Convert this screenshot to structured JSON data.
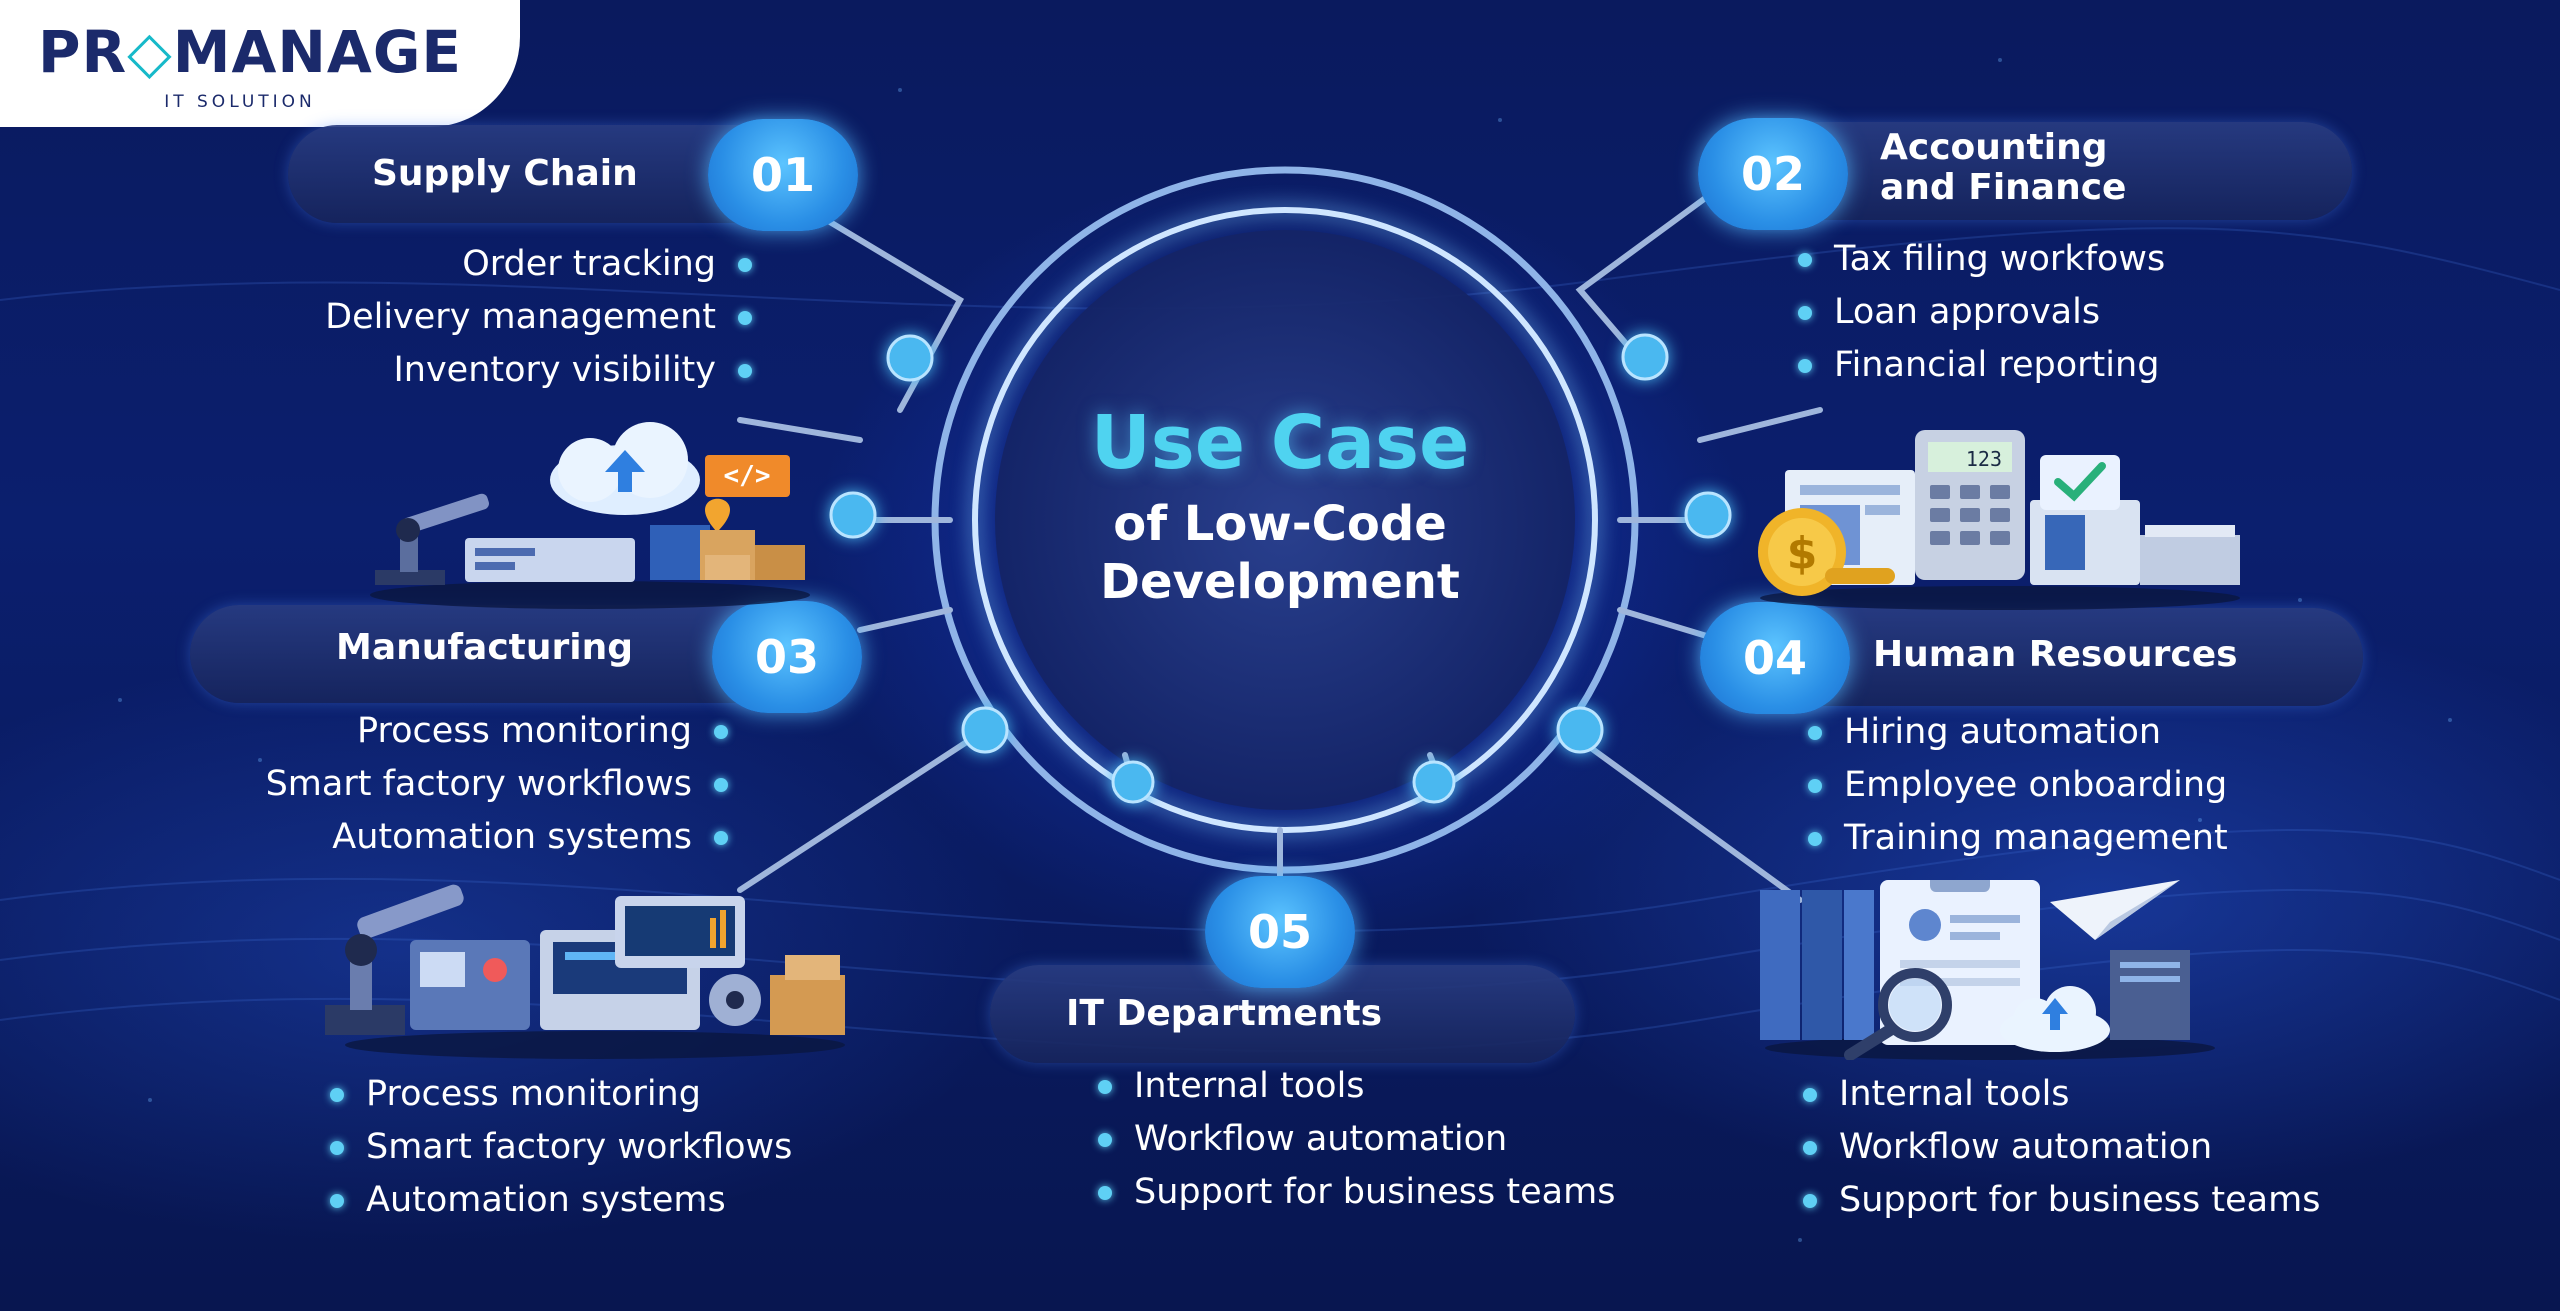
{
  "logo": {
    "brand_start": "PR",
    "brand_accent": "◇",
    "brand_end": "MANAGE",
    "subtitle": "IT SOLUTION"
  },
  "title": {
    "main": "Use Case",
    "line1": "of Low-Code",
    "line2": "Development"
  },
  "sections": {
    "supply_chain": {
      "number": "01",
      "label": "Supply Chain",
      "items": [
        "Order tracking",
        "Delivery management",
        "Inventory visibility"
      ]
    },
    "accounting": {
      "number": "02",
      "label_line1": "Accounting",
      "label_line2": "and Finance",
      "items": [
        "Tax filing workfows",
        "Loan approvals",
        "Financial reporting"
      ]
    },
    "manufacturing": {
      "number": "03",
      "label": "Manufacturing",
      "items": [
        "Process monitoring",
        "Smart factory workflows",
        "Automation systems"
      ],
      "items_lower": [
        "Process monitoring",
        "Smart factory workflows",
        "Automation systems"
      ]
    },
    "hr": {
      "number": "04",
      "label": "Human Resources",
      "items": [
        "Hiring automation",
        "Employee onboarding",
        "Training management"
      ],
      "items_lower": [
        "Internal tools",
        "Workflow automation",
        "Support for business teams"
      ]
    },
    "it": {
      "number": "05",
      "label": "IT Departments",
      "items": [
        "Internal tools",
        "Workflow automation",
        "Support for business teams"
      ]
    }
  },
  "illustrations": {
    "calculator_display": "123",
    "code_tag": "</>",
    "dollar": "$"
  },
  "colors": {
    "accent": "#4fd3f0",
    "node": "#2a8fe6",
    "dot": "#5fd0f5",
    "background": "#0b1f6e"
  }
}
